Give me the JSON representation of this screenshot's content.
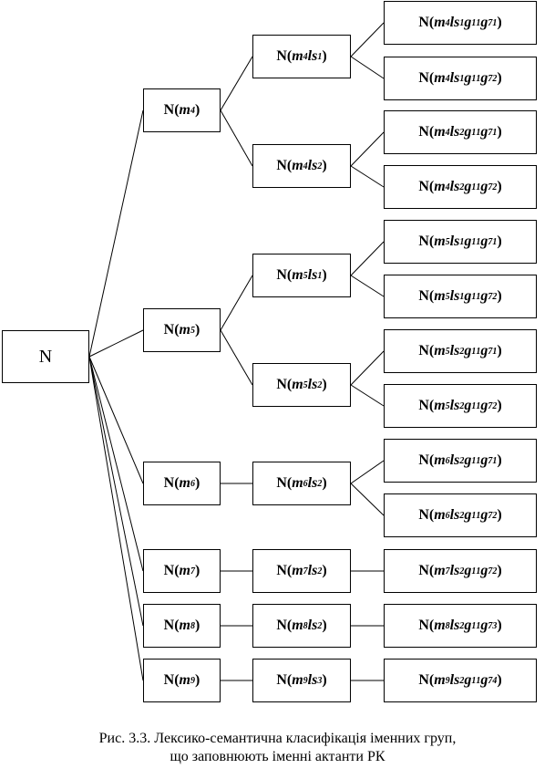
{
  "root": {
    "label": "N"
  },
  "level1": [
    {
      "id": "m4",
      "tokens": [
        [
          "t",
          "N("
        ],
        [
          "i",
          "m"
        ],
        [
          "sub",
          "4"
        ],
        [
          "t",
          ")"
        ]
      ]
    },
    {
      "id": "m5",
      "tokens": [
        [
          "t",
          "N("
        ],
        [
          "i",
          "m"
        ],
        [
          "sub",
          "5"
        ],
        [
          "t",
          ")"
        ]
      ]
    },
    {
      "id": "m6",
      "tokens": [
        [
          "t",
          "N("
        ],
        [
          "i",
          "m"
        ],
        [
          "sub",
          "6"
        ],
        [
          "t",
          ")"
        ]
      ]
    },
    {
      "id": "m7",
      "tokens": [
        [
          "t",
          "N("
        ],
        [
          "i",
          "m"
        ],
        [
          "sub",
          "7"
        ],
        [
          "t",
          ")"
        ]
      ]
    },
    {
      "id": "m8",
      "tokens": [
        [
          "t",
          "N("
        ],
        [
          "i",
          "m"
        ],
        [
          "sub",
          "8"
        ],
        [
          "t",
          ")"
        ]
      ]
    },
    {
      "id": "m9",
      "tokens": [
        [
          "t",
          "N("
        ],
        [
          "i",
          "m"
        ],
        [
          "sub",
          "9"
        ],
        [
          "t",
          ")"
        ]
      ]
    }
  ],
  "level2": [
    {
      "id": "m4ls1",
      "parent": "m4",
      "tokens": [
        [
          "t",
          "N("
        ],
        [
          "i",
          "m"
        ],
        [
          "sub",
          "4"
        ],
        [
          "i",
          "ls"
        ],
        [
          "sub",
          "1"
        ],
        [
          "t",
          ")"
        ]
      ]
    },
    {
      "id": "m4ls2",
      "parent": "m4",
      "tokens": [
        [
          "t",
          "N("
        ],
        [
          "i",
          "m"
        ],
        [
          "sub",
          "4"
        ],
        [
          "i",
          "ls"
        ],
        [
          "sub",
          "2"
        ],
        [
          "t",
          ")"
        ]
      ]
    },
    {
      "id": "m5ls1",
      "parent": "m5",
      "tokens": [
        [
          "t",
          "N("
        ],
        [
          "i",
          "m"
        ],
        [
          "sub",
          "5"
        ],
        [
          "i",
          "ls"
        ],
        [
          "sub",
          "1"
        ],
        [
          "t",
          ")"
        ]
      ]
    },
    {
      "id": "m5ls2",
      "parent": "m5",
      "tokens": [
        [
          "t",
          "N("
        ],
        [
          "i",
          "m"
        ],
        [
          "sub",
          "5"
        ],
        [
          "i",
          "ls"
        ],
        [
          "sub",
          "2"
        ],
        [
          "t",
          ")"
        ]
      ]
    },
    {
      "id": "m6ls2",
      "parent": "m6",
      "tokens": [
        [
          "t",
          "N("
        ],
        [
          "i",
          "m"
        ],
        [
          "sub",
          "6"
        ],
        [
          "i",
          "ls"
        ],
        [
          "sub",
          "2"
        ],
        [
          "t",
          ")"
        ]
      ]
    },
    {
      "id": "m7ls2",
      "parent": "m7",
      "tokens": [
        [
          "t",
          "N("
        ],
        [
          "i",
          "m"
        ],
        [
          "sub",
          "7"
        ],
        [
          "i",
          "ls"
        ],
        [
          "sub",
          "2"
        ],
        [
          "t",
          ")"
        ]
      ]
    },
    {
      "id": "m8ls2",
      "parent": "m8",
      "tokens": [
        [
          "t",
          "N("
        ],
        [
          "i",
          "m"
        ],
        [
          "sub",
          "8"
        ],
        [
          "i",
          "ls"
        ],
        [
          "sub",
          "2"
        ],
        [
          "t",
          ")"
        ]
      ]
    },
    {
      "id": "m9ls3",
      "parent": "m9",
      "tokens": [
        [
          "t",
          "N("
        ],
        [
          "i",
          "m"
        ],
        [
          "sub",
          "9"
        ],
        [
          "i",
          "ls"
        ],
        [
          "sub",
          "3"
        ],
        [
          "t",
          ")"
        ]
      ]
    }
  ],
  "level3": [
    {
      "id": "l1",
      "parent": "m4ls1",
      "tokens": [
        [
          "t",
          "N("
        ],
        [
          "i",
          "m"
        ],
        [
          "sub",
          "4"
        ],
        [
          "i",
          "ls"
        ],
        [
          "sub",
          "1"
        ],
        [
          "i",
          "g"
        ],
        [
          "sub",
          "1"
        ],
        [
          "sup",
          "1"
        ],
        [
          "i",
          "g"
        ],
        [
          "sub",
          "7"
        ],
        [
          "sup",
          "1"
        ],
        [
          "t",
          ")"
        ]
      ]
    },
    {
      "id": "l2",
      "parent": "m4ls1",
      "tokens": [
        [
          "t",
          "N("
        ],
        [
          "i",
          "m"
        ],
        [
          "sub",
          "4"
        ],
        [
          "i",
          "ls"
        ],
        [
          "sub",
          "1"
        ],
        [
          "i",
          "g"
        ],
        [
          "sub",
          "1"
        ],
        [
          "sup",
          "1"
        ],
        [
          "i",
          "g"
        ],
        [
          "sub",
          "7"
        ],
        [
          "sup",
          "2"
        ],
        [
          "t",
          ")"
        ]
      ]
    },
    {
      "id": "l3",
      "parent": "m4ls2",
      "tokens": [
        [
          "t",
          "N("
        ],
        [
          "i",
          "m"
        ],
        [
          "sub",
          "4"
        ],
        [
          "i",
          "ls"
        ],
        [
          "sub",
          "2"
        ],
        [
          "i",
          "g"
        ],
        [
          "sub",
          "1"
        ],
        [
          "sup",
          "1"
        ],
        [
          "i",
          "g"
        ],
        [
          "sub",
          "7"
        ],
        [
          "sup",
          "1"
        ],
        [
          "t",
          ")"
        ]
      ]
    },
    {
      "id": "l4",
      "parent": "m4ls2",
      "tokens": [
        [
          "t",
          "N("
        ],
        [
          "i",
          "m"
        ],
        [
          "sub",
          "4"
        ],
        [
          "i",
          "ls"
        ],
        [
          "sub",
          "2"
        ],
        [
          "i",
          "g"
        ],
        [
          "sub",
          "1"
        ],
        [
          "sup",
          "1"
        ],
        [
          "i",
          "g"
        ],
        [
          "sub",
          "7"
        ],
        [
          "sup",
          "2"
        ],
        [
          "t",
          ")"
        ]
      ]
    },
    {
      "id": "l5",
      "parent": "m5ls1",
      "tokens": [
        [
          "t",
          "N("
        ],
        [
          "i",
          "m"
        ],
        [
          "sub",
          "5"
        ],
        [
          "i",
          "ls"
        ],
        [
          "sub",
          "1"
        ],
        [
          "i",
          "g"
        ],
        [
          "sub",
          "1"
        ],
        [
          "sup",
          "1"
        ],
        [
          "i",
          "g"
        ],
        [
          "sub",
          "7"
        ],
        [
          "sup",
          "1"
        ],
        [
          "t",
          ")"
        ]
      ]
    },
    {
      "id": "l6",
      "parent": "m5ls1",
      "tokens": [
        [
          "t",
          "N("
        ],
        [
          "i",
          "m"
        ],
        [
          "sub",
          "5"
        ],
        [
          "i",
          "ls"
        ],
        [
          "sub",
          "1"
        ],
        [
          "i",
          "g"
        ],
        [
          "sub",
          "1"
        ],
        [
          "sup",
          "1"
        ],
        [
          "i",
          "g"
        ],
        [
          "sub",
          "7"
        ],
        [
          "sup",
          "2"
        ],
        [
          "t",
          ")"
        ]
      ]
    },
    {
      "id": "l7",
      "parent": "m5ls2",
      "tokens": [
        [
          "t",
          "N("
        ],
        [
          "i",
          "m"
        ],
        [
          "sub",
          "5"
        ],
        [
          "i",
          "ls"
        ],
        [
          "sub",
          "2"
        ],
        [
          "i",
          "g"
        ],
        [
          "sub",
          "1"
        ],
        [
          "sup",
          "1"
        ],
        [
          "i",
          "g"
        ],
        [
          "sub",
          "7"
        ],
        [
          "sup",
          "1"
        ],
        [
          "t",
          ")"
        ]
      ]
    },
    {
      "id": "l8",
      "parent": "m5ls2",
      "tokens": [
        [
          "t",
          "N("
        ],
        [
          "i",
          "m"
        ],
        [
          "sub",
          "5"
        ],
        [
          "i",
          "ls"
        ],
        [
          "sub",
          "2"
        ],
        [
          "i",
          "g"
        ],
        [
          "sub",
          "1"
        ],
        [
          "sup",
          "1"
        ],
        [
          "i",
          "g"
        ],
        [
          "sub",
          "7"
        ],
        [
          "sup",
          "2"
        ],
        [
          "t",
          ")"
        ]
      ]
    },
    {
      "id": "l9",
      "parent": "m6ls2",
      "tokens": [
        [
          "t",
          "N("
        ],
        [
          "i",
          "m"
        ],
        [
          "sub",
          "6"
        ],
        [
          "i",
          "ls"
        ],
        [
          "sub",
          "2"
        ],
        [
          "i",
          "g"
        ],
        [
          "sub",
          "1"
        ],
        [
          "sup",
          "1"
        ],
        [
          "i",
          "g"
        ],
        [
          "sub",
          "7"
        ],
        [
          "sup",
          "1"
        ],
        [
          "t",
          ")"
        ]
      ]
    },
    {
      "id": "l10",
      "parent": "m6ls2",
      "tokens": [
        [
          "t",
          "N("
        ],
        [
          "i",
          "m"
        ],
        [
          "sub",
          "6"
        ],
        [
          "i",
          "ls"
        ],
        [
          "sub",
          "2"
        ],
        [
          "i",
          "g"
        ],
        [
          "sub",
          "1"
        ],
        [
          "sup",
          "1"
        ],
        [
          "i",
          "g"
        ],
        [
          "sub",
          "7"
        ],
        [
          "sup",
          "2"
        ],
        [
          "t",
          ")"
        ]
      ]
    },
    {
      "id": "l11",
      "parent": "m7ls2",
      "tokens": [
        [
          "t",
          "N("
        ],
        [
          "i",
          "m"
        ],
        [
          "sub",
          "7"
        ],
        [
          "i",
          "ls"
        ],
        [
          "sub",
          "2"
        ],
        [
          "i",
          "g"
        ],
        [
          "sub",
          "1"
        ],
        [
          "sup",
          "1"
        ],
        [
          "i",
          "g"
        ],
        [
          "sub",
          "7"
        ],
        [
          "sup",
          "2"
        ],
        [
          "t",
          ")"
        ]
      ]
    },
    {
      "id": "l12",
      "parent": "m8ls2",
      "tokens": [
        [
          "t",
          "N("
        ],
        [
          "i",
          "m"
        ],
        [
          "sub",
          "8"
        ],
        [
          "i",
          "ls"
        ],
        [
          "sub",
          "2"
        ],
        [
          "i",
          "g"
        ],
        [
          "sub",
          "1"
        ],
        [
          "sup",
          "1"
        ],
        [
          "i",
          "g"
        ],
        [
          "sub",
          "7"
        ],
        [
          "sup",
          "3"
        ],
        [
          "t",
          ")"
        ]
      ]
    },
    {
      "id": "l13",
      "parent": "m9ls2",
      "tokens": [
        [
          "t",
          "N("
        ],
        [
          "i",
          "m"
        ],
        [
          "sub",
          "9"
        ],
        [
          "i",
          "ls"
        ],
        [
          "sub",
          "2"
        ],
        [
          "i",
          "g"
        ],
        [
          "sub",
          "1"
        ],
        [
          "sup",
          "1"
        ],
        [
          "i",
          "g"
        ],
        [
          "sub",
          "7"
        ],
        [
          "sup",
          "4"
        ],
        [
          "t",
          ")"
        ]
      ]
    }
  ],
  "caption": {
    "line1": "Рис. 3.3. Лексико-семантична класифікація іменних груп,",
    "line2": "що заповнюють іменні актанти РК"
  }
}
